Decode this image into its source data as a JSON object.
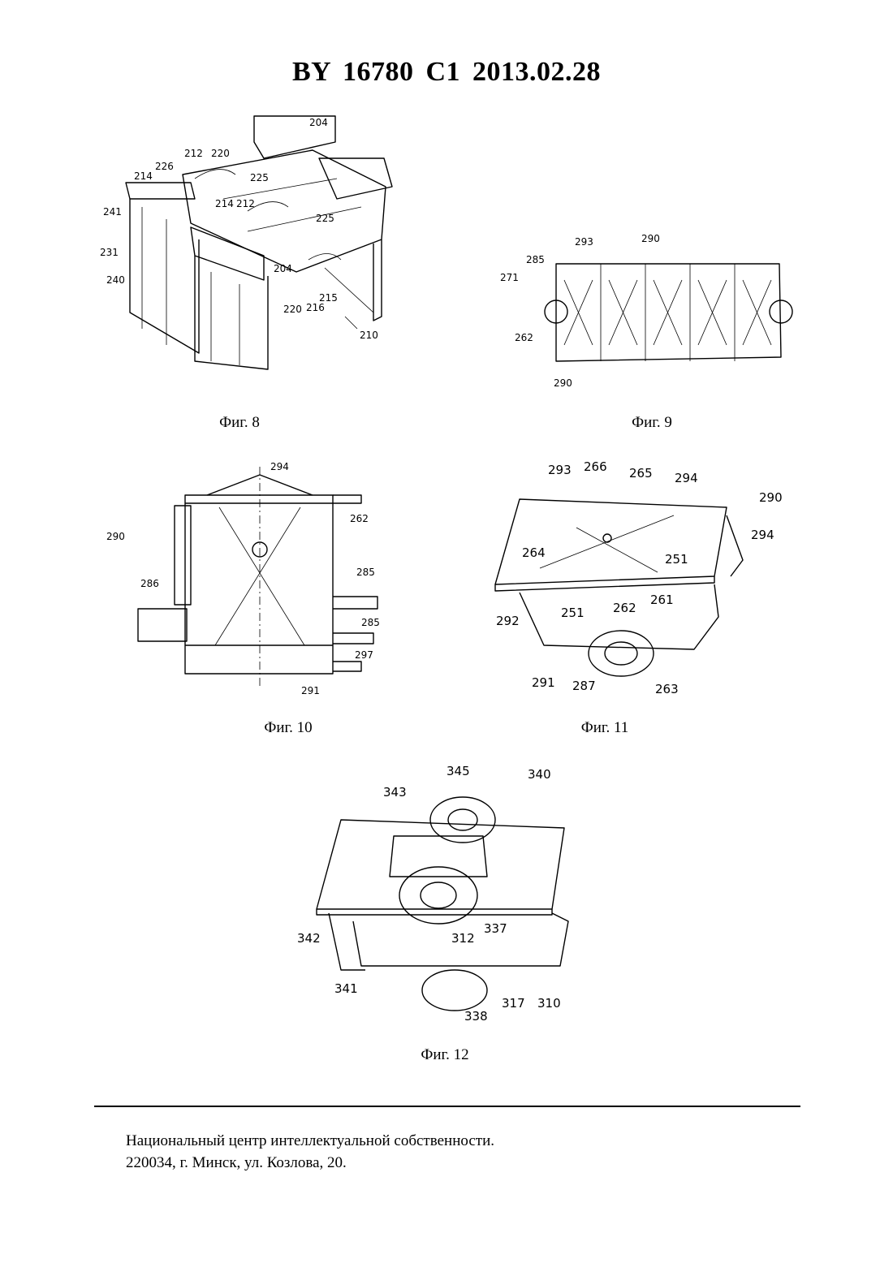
{
  "header": {
    "title": "BY  16780  C1  2013.02.28"
  },
  "figures": [
    {
      "caption": "Фиг. 8",
      "labels": [
        "204",
        "212",
        "220",
        "226",
        "214",
        "225",
        "214",
        "212",
        "225",
        "241",
        "231",
        "240",
        "204",
        "220",
        "216",
        "215",
        "210"
      ]
    },
    {
      "caption": "Фиг. 9",
      "labels": [
        "293",
        "290",
        "285",
        "271",
        "262",
        "290"
      ]
    },
    {
      "caption": "Фиг. 10",
      "labels": [
        "294",
        "262",
        "290",
        "285",
        "286",
        "285",
        "297",
        "291"
      ]
    },
    {
      "caption": "Фиг. 11",
      "labels": [
        "293",
        "266",
        "265",
        "294",
        "290",
        "294",
        "264",
        "251",
        "292",
        "251",
        "262",
        "261",
        "291",
        "287",
        "263"
      ]
    },
    {
      "caption": "Фиг. 12",
      "labels": [
        "345",
        "340",
        "343",
        "342",
        "337",
        "312",
        "341",
        "338",
        "317",
        "310"
      ]
    }
  ],
  "footer": {
    "line1": "Национальный центр интеллектуальной собственности.",
    "line2": "220034, г. Минск, ул. Козлова, 20."
  }
}
